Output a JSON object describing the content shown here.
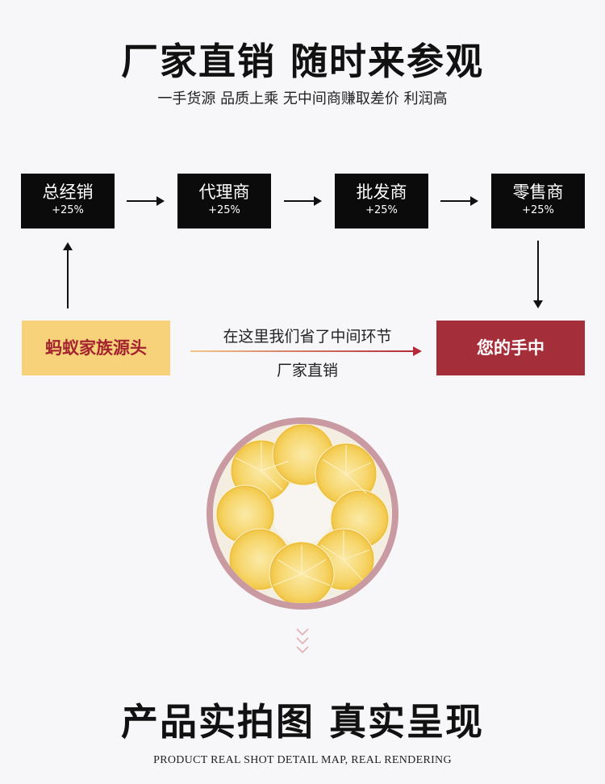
{
  "header": {
    "title": "厂家直销 随时来参观",
    "subtitle": "一手货源 品质上乘 无中间商赚取差价 利润高"
  },
  "chain": [
    {
      "name": "总经销",
      "markup": "+25%"
    },
    {
      "name": "代理商",
      "markup": "+25%"
    },
    {
      "name": "批发商",
      "markup": "+25%"
    },
    {
      "name": "零售商",
      "markup": "+25%"
    }
  ],
  "direct": {
    "source": "蚂蚁家族源头",
    "saving_text": "在这里我们省了中间环节",
    "direct_label": "厂家直销",
    "destination": "您的手中"
  },
  "section": {
    "title": "产品实拍图 真实呈现",
    "caption": "PRODUCT REAL SHOT DETAIL MAP, REAL RENDERING"
  },
  "colors": {
    "background": "#f7f7fa",
    "dark_box": "#0b0b0b",
    "source_box": "#f8d27a",
    "source_text": "#a3242f",
    "destination_box": "#a52e3b",
    "ring": "#c99aa1",
    "chevron": "#e3b1b6"
  },
  "icons": [
    "arrow-right-icon",
    "arrow-up-icon",
    "arrow-down-icon",
    "chevron-down-icon"
  ]
}
